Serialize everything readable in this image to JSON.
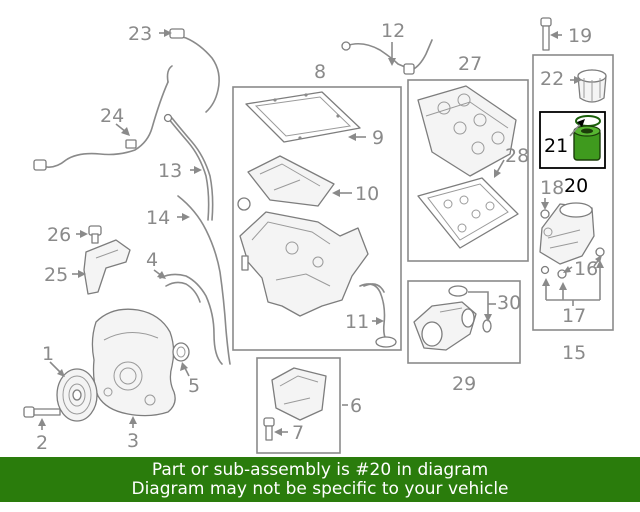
{
  "callouts": {
    "c1": "1",
    "c2": "2",
    "c3": "3",
    "c4": "4",
    "c5": "5",
    "c6": "6",
    "c7": "7",
    "c8": "8",
    "c9": "9",
    "c10": "10",
    "c11": "11",
    "c12": "12",
    "c13": "13",
    "c14": "14",
    "c15": "15",
    "c16": "16",
    "c17": "17",
    "c18": "18",
    "c19": "19",
    "c20": "20",
    "c21": "21",
    "c22": "22",
    "c23": "23",
    "c24": "24",
    "c25": "25",
    "c26": "26",
    "c27": "27",
    "c28": "28",
    "c29": "29",
    "c30": "30"
  },
  "highlight": {
    "part_number": "20",
    "color": "#000000"
  },
  "banner": {
    "line1": "Part or sub-assembly is #20 in diagram",
    "line2": "Diagram may not be specific to your vehicle",
    "background": "#2a7c0c"
  },
  "colors": {
    "line": "#8a8a8a",
    "highlight_box": "#000000",
    "filter_body": "#3f9a1e"
  }
}
